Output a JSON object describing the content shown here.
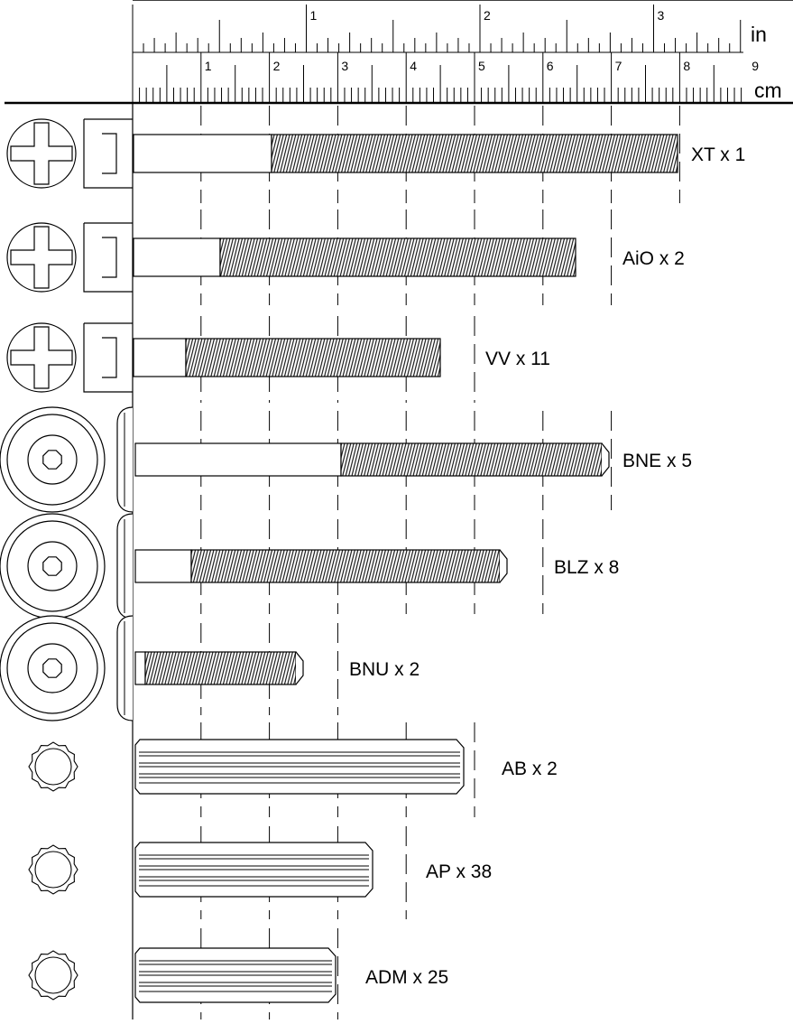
{
  "ruler": {
    "inch_unit": "in",
    "cm_unit": "cm",
    "inch_labels": [
      "1",
      "2",
      "3"
    ],
    "cm_labels": [
      "1",
      "2",
      "3",
      "4",
      "5",
      "6",
      "7",
      "8",
      "9"
    ]
  },
  "parts": [
    {
      "id": "xt",
      "label": "XT x  1",
      "kind": "screw-cross"
    },
    {
      "id": "aio",
      "label": "AiO x 2",
      "kind": "screw-cross"
    },
    {
      "id": "vv",
      "label": "VV x  11",
      "kind": "screw-cross"
    },
    {
      "id": "bne",
      "label": "BNE x 5",
      "kind": "bolt-hex"
    },
    {
      "id": "blz",
      "label": "BLZ x  8",
      "kind": "bolt-hex"
    },
    {
      "id": "bnu",
      "label": "BNU x 2",
      "kind": "bolt-hex"
    },
    {
      "id": "ab",
      "label": "AB x  2",
      "kind": "dowel"
    },
    {
      "id": "ap",
      "label": "AP x  38",
      "kind": "dowel"
    },
    {
      "id": "adm",
      "label": "ADM x 25",
      "kind": "dowel"
    }
  ]
}
